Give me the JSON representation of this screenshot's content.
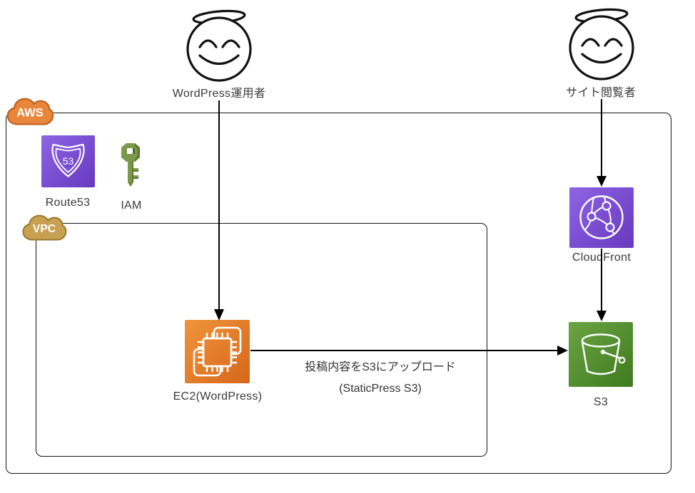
{
  "actors": [
    {
      "label": "WordPress運用者"
    },
    {
      "label": "サイト閲覧者"
    }
  ],
  "groups": {
    "aws": {
      "label": "AWS"
    },
    "vpc": {
      "label": "VPC"
    }
  },
  "nodes": {
    "route53": {
      "label": "Route53",
      "badge": "53"
    },
    "iam": {
      "label": "IAM"
    },
    "ec2": {
      "label": "EC2(WordPress)"
    },
    "cloudfront": {
      "label": "CloudFront"
    },
    "s3": {
      "label": "S3"
    }
  },
  "edges": {
    "upload": {
      "line1": "投稿内容をS3にアップロード",
      "line2": "(StaticPress S3)"
    }
  },
  "colors": {
    "aws_cloud_fill": "#E8873B",
    "aws_cloud_border": "#C05F1E",
    "vpc_cloud_fill": "#C7A151",
    "vpc_cloud_border": "#9A7A2D",
    "purple_light": "#8E64E4",
    "purple_dark": "#6838BE",
    "ec2_orange_light": "#F0953B",
    "ec2_orange_dark": "#D6661A",
    "s3_green_light": "#6BA444",
    "s3_green_dark": "#3E7A1E",
    "iam_green": "#7C984A",
    "line_color": "#000000",
    "label_color": "#3A3A3A"
  }
}
